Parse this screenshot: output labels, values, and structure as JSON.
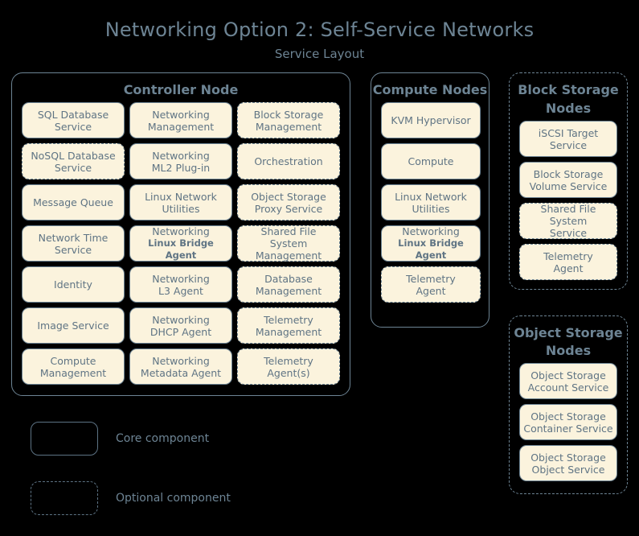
{
  "title": {
    "main": "Networking Option 2: Self-Service Networks",
    "sub": "Service Layout"
  },
  "colors": {
    "background": "#000000",
    "box_fill": "#fbf3dd",
    "border": "#6d8494",
    "text": "#5f7484",
    "title_text": "#6d8494"
  },
  "controller_node": {
    "title": "Controller Node",
    "services": [
      {
        "line1": "SQL Database",
        "line2": "Service",
        "optional": false
      },
      {
        "line1": "Networking",
        "line2": "Management",
        "optional": false
      },
      {
        "line1": "Block Storage",
        "line2": "Management",
        "optional": true
      },
      {
        "line1": "NoSQL Database",
        "line2": "Service",
        "optional": true
      },
      {
        "line1": "Networking",
        "line2": "ML2 Plug-in",
        "optional": false
      },
      {
        "line1": "Orchestration",
        "line2": "",
        "optional": true
      },
      {
        "line1": "Message Queue",
        "line2": "",
        "optional": false
      },
      {
        "line1": "Linux Network",
        "line2": "Utilities",
        "optional": false
      },
      {
        "line1": "Object Storage",
        "line2": "Proxy Service",
        "optional": true
      },
      {
        "line1": "Network Time",
        "line2": "Service",
        "optional": false
      },
      {
        "line1": "Networking",
        "line2": "Linux Bridge Agent",
        "optional": false,
        "small_sub": true
      },
      {
        "line1": "Shared File System",
        "line2": "Management",
        "optional": true
      },
      {
        "line1": "Identity",
        "line2": "",
        "optional": false
      },
      {
        "line1": "Networking",
        "line2": "L3 Agent",
        "optional": false
      },
      {
        "line1": "Database",
        "line2": "Management",
        "optional": true
      },
      {
        "line1": "Image Service",
        "line2": "",
        "optional": false
      },
      {
        "line1": "Networking",
        "line2": "DHCP Agent",
        "optional": false
      },
      {
        "line1": "Telemetry",
        "line2": "Management",
        "optional": true
      },
      {
        "line1": "Compute",
        "line2": "Management",
        "optional": false
      },
      {
        "line1": "Networking",
        "line2": "Metadata Agent",
        "optional": false
      },
      {
        "line1": "Telemetry",
        "line2": "Agent(s)",
        "optional": true
      }
    ]
  },
  "compute_nodes": {
    "title": "Compute Nodes",
    "dashed_container": false,
    "services": [
      {
        "line1": "KVM Hypervisor",
        "line2": "",
        "optional": false
      },
      {
        "line1": "Compute",
        "line2": "",
        "optional": false
      },
      {
        "line1": "Linux Network",
        "line2": "Utilities",
        "optional": false
      },
      {
        "line1": "Networking",
        "line2": "Linux Bridge Agent",
        "optional": false,
        "small_sub": true
      },
      {
        "line1": "Telemetry",
        "line2": "Agent",
        "optional": true
      }
    ]
  },
  "block_storage_nodes": {
    "title": "Block Storage Nodes",
    "dashed_container": true,
    "services": [
      {
        "line1": "iSCSI Target",
        "line2": "Service",
        "optional": false
      },
      {
        "line1": "Block Storage",
        "line2": "Volume Service",
        "optional": false
      },
      {
        "line1": "Shared File System",
        "line2": "Service",
        "optional": true
      },
      {
        "line1": "Telemetry",
        "line2": "Agent",
        "optional": true
      }
    ]
  },
  "object_storage_nodes": {
    "title": "Object Storage Nodes",
    "dashed_container": true,
    "services": [
      {
        "line1": "Object Storage",
        "line2": "Account Service",
        "optional": false
      },
      {
        "line1": "Object Storage",
        "line2": "Container Service",
        "optional": false
      },
      {
        "line1": "Object Storage",
        "line2": "Object Service",
        "optional": false
      }
    ]
  },
  "legend": {
    "items": [
      {
        "label": "Core component",
        "style": "solid"
      },
      {
        "label": "Optional component",
        "style": "dashed"
      }
    ]
  }
}
